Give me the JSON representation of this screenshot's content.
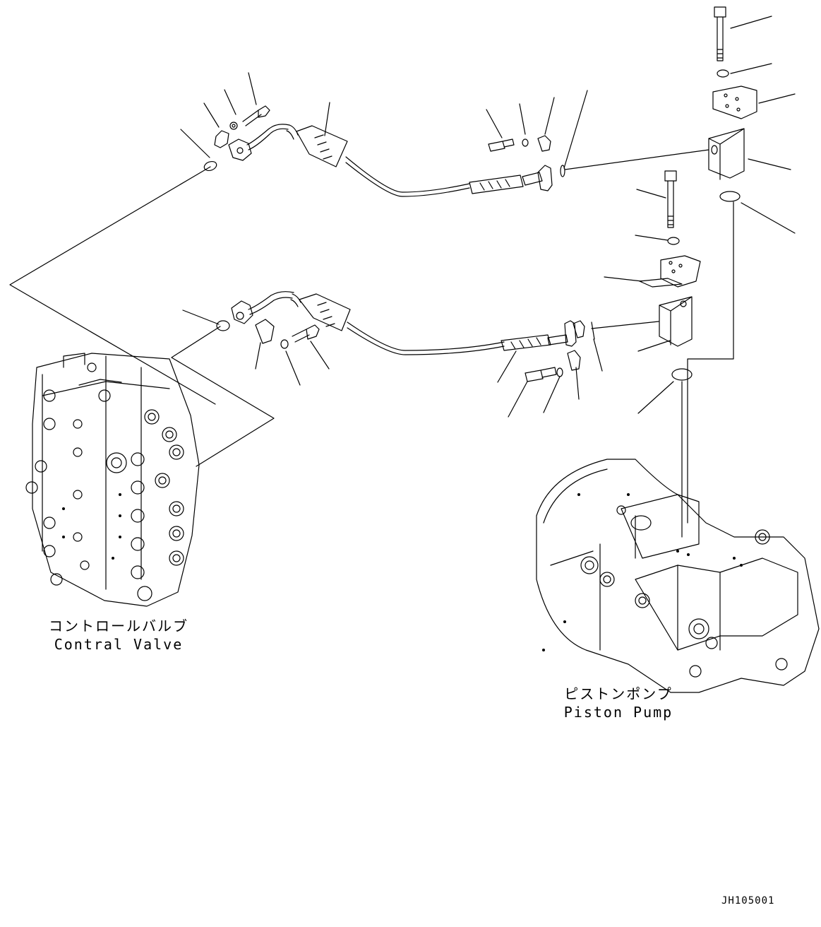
{
  "diagram": {
    "control_valve": {
      "label_jp": "コントロールバルブ",
      "label_en": "Contral Valve"
    },
    "piston_pump": {
      "label_jp": "ピストンポンプ",
      "label_en": "Piston Pump"
    },
    "drawing_code": "JH105001"
  }
}
